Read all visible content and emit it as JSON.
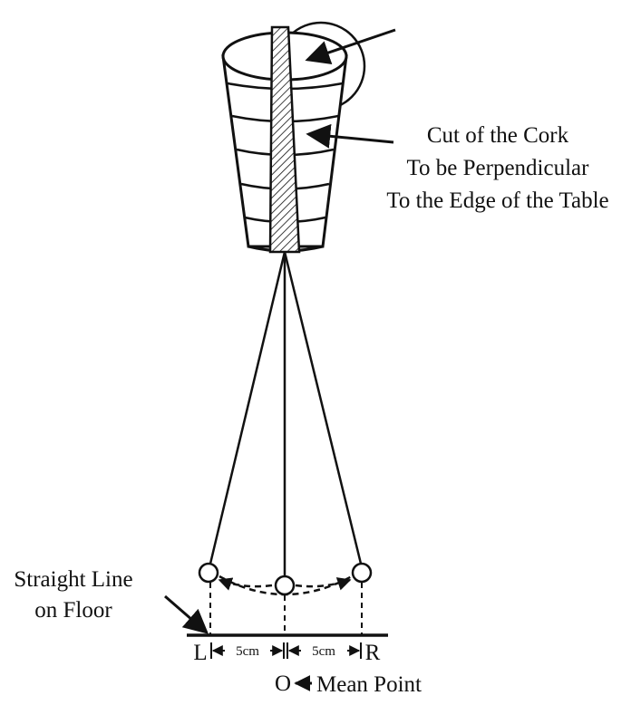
{
  "labels": {
    "cork_line1": "Cut of the Cork",
    "cork_line2": "To be Perpendicular",
    "cork_line3": "To the Edge of the Table",
    "floor_line1": "Straight Line",
    "floor_line2": "on Floor",
    "left": "L",
    "right": "R",
    "origin": "O",
    "mean_point": "Mean Point",
    "dist_left": "5cm",
    "dist_right": "5cm"
  },
  "colors": {
    "ink": "#111111",
    "background": "#ffffff"
  }
}
